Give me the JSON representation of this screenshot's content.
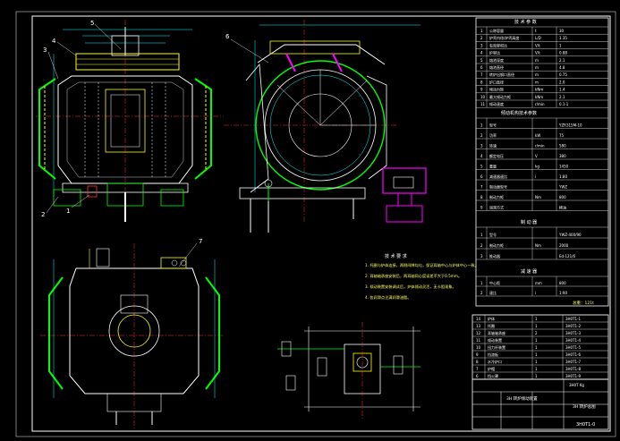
{
  "drawing": {
    "title_block": {
      "line1": "3H 转炉倾动装置",
      "line2": "3H 转炉总图",
      "drawing_no": "3H0T1-0",
      "weight": "3H0T  Kg"
    },
    "tables": {
      "main_params": {
        "title": "技 术 参 数",
        "rows": [
          [
            "1",
            "公称容量",
            "t",
            "30"
          ],
          [
            "2",
            "炉壳内径/炉壳高度",
            "L/D",
            "1.35"
          ],
          [
            "3",
            "有效容积比",
            "V/t",
            "1"
          ],
          [
            "4",
            "炉容比",
            "V/t",
            "0.88"
          ],
          [
            "5",
            "熔池深度",
            "m",
            "2.1"
          ],
          [
            "6",
            "熔池直径",
            "m",
            "4.8"
          ],
          [
            "7",
            "转炉出钢口直径",
            "m",
            "0.75"
          ],
          [
            "8",
            "炉口直径",
            "m",
            "2.0"
          ],
          [
            "9",
            "倾动力矩",
            "kNm",
            "1.4"
          ],
          [
            "10",
            "最大倾动力矩",
            "kNm",
            "2.1"
          ],
          [
            "11",
            "倾动速度",
            "r/min",
            "0.1-1"
          ]
        ]
      },
      "drive_title": "倾动机构技术参数",
      "motor": {
        "title": "电 动 机",
        "rows": [
          [
            "1",
            "型号",
            "",
            "YZR315M-10"
          ],
          [
            "2",
            "功率",
            "kW",
            "75"
          ],
          [
            "3",
            "转速",
            "r/min",
            "580"
          ],
          [
            "4",
            "额定电压",
            "V",
            "380"
          ],
          [
            "5",
            "重量",
            "kg",
            "1450"
          ],
          [
            "6",
            "减速器速比",
            "i",
            "1:80"
          ],
          [
            "7",
            "制动器型号",
            "",
            "YWZ"
          ],
          [
            "8",
            "制动力矩",
            "Nm",
            "800"
          ],
          [
            "9",
            "润滑方式",
            "",
            "稀油"
          ]
        ]
      },
      "brake": {
        "title": "制 动 器",
        "rows": [
          [
            "1",
            "型号",
            "",
            "YWZ-400/90"
          ],
          [
            "2",
            "制动力矩",
            "Nm",
            "2000"
          ],
          [
            "3",
            "推动器",
            "",
            "Ed-121/6"
          ]
        ]
      },
      "reducer": {
        "title": "减 速 器",
        "rows": [
          [
            "1",
            "中心距",
            "mm",
            "800"
          ],
          [
            "2",
            "速比",
            "i",
            "1:90"
          ]
        ]
      },
      "overall_weight": "总重：121t",
      "parts": {
        "rows": [
          [
            "14",
            "炉体",
            "1",
            "3H0T1-1"
          ],
          [
            "13",
            "托圈",
            "1",
            "3H0T1-2"
          ],
          [
            "12",
            "耳轴轴承座",
            "2",
            "3H0T1-3"
          ],
          [
            "11",
            "倾动装置",
            "1",
            "3H0T1-4"
          ],
          [
            "10",
            "扭力杆装置",
            "1",
            "3H0T1-5"
          ],
          [
            "9",
            "挡渣板",
            "1",
            "3H0T1-6"
          ],
          [
            "8",
            "水冷炉口",
            "1",
            "3H0T1-7"
          ],
          [
            "7",
            "炉帽",
            "1",
            "3H0T1-8"
          ],
          [
            "6",
            "挡火罩",
            "1",
            "3H0T1-9"
          ]
        ]
      }
    },
    "notes": {
      "title": "技 术 要 求",
      "items": [
        "1. 托圈与炉体连接，两侧间隙均匀，保证耳轴中心与炉体中心一致。",
        "2. 耳轴轴承座安装后，两耳轴同心度误差不大于0.5mm。",
        "3. 倾动装置安装调试后，炉体倾动灵活，无卡阻现象。",
        "4. 各润滑点注满润滑油脂。"
      ]
    },
    "labels": {
      "balloons": [
        "5",
        "4",
        "3",
        "2",
        "1",
        "6",
        "7"
      ]
    },
    "colors": {
      "background": "#000000",
      "line": "#ffffff",
      "accent_yellow": "#ffff00",
      "accent_green": "#00ff00",
      "accent_cyan": "#00ffff",
      "accent_red": "#ff0000",
      "accent_magenta": "#ff00ff"
    }
  }
}
